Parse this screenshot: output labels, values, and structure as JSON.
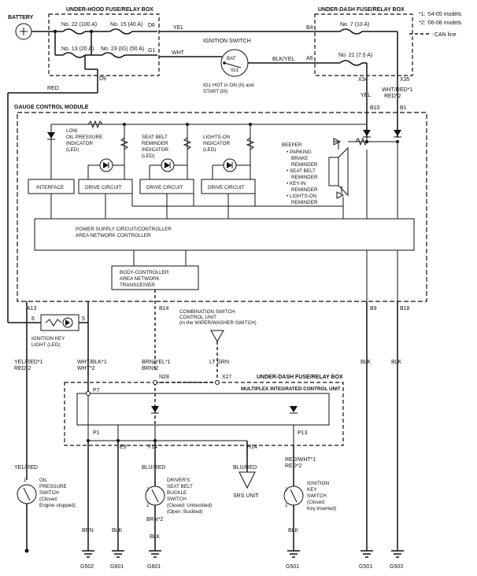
{
  "legend": {
    "note1": "*1: '04-05 models",
    "note2": "*2: '06-08 models",
    "can_line": ": CAN line"
  },
  "battery": "BATTERY",
  "underhood": {
    "title": "UNDER-HOOD FUSE/RELAY BOX",
    "fuse22": "No. 22 (100 A)",
    "fuse15": "No. 15 (40 A)",
    "fuse13": "No. 13 (20 A)",
    "fuse23": "No. 23 (IG) (50 A)",
    "d6": "D6",
    "g1": "G1",
    "d9": "D9"
  },
  "underdash_top": {
    "title": "UNDER-DASH FUSE/RELAY BOX",
    "fuse7": "No. 7 (10 A)",
    "fuse21": "No. 21 (7.5 A)",
    "b4": "B4",
    "a6": "A6",
    "x34": "X34",
    "x35": "X35"
  },
  "ignition": {
    "title": "IGNITION SWITCH",
    "bat": "BAT",
    "ig1": "IG1",
    "note1": "IG1 HOT in ON (II) and",
    "note2": "START (III)"
  },
  "wires": {
    "yel": "YEL",
    "wht": "WHT",
    "blk_yel": "BLK/YEL",
    "red": "RED",
    "yel2": "YEL",
    "wht_red1": "WHT/RED*1",
    "red2": "RED*2",
    "yel_red1": "YEL/RED*1",
    "red2b": "RED*2",
    "wht_blk1": "WHT/BLK*1",
    "wht2": "WHT*2",
    "brn_yel1": "BRN/YEL*1",
    "brn2": "BRN*2",
    "lt_grn": "LT GRN",
    "blk_b9": "BLK",
    "blk_b18": "BLK",
    "yel_red": "YEL/RED",
    "brn": "BRN",
    "blk_e9": "BLK",
    "blu_red": "BLU/RED",
    "blu_red2": "BLU/RED",
    "red_wht1": "RED/WHT*1",
    "red2c": "RED*2",
    "brn2b": "BRN*2",
    "blk_belt": "BLK",
    "blk_key": "BLK"
  },
  "gcm": {
    "title": "GAUGE CONTROL MODULE",
    "b10": "B10",
    "b1": "B1",
    "oil_ind": [
      "LOW",
      "OIL PRESSURE",
      "INDICATOR",
      "(LED)"
    ],
    "belt_ind": [
      "SEAT BELT",
      "REMINDER",
      "INDICATOR",
      "(LED)"
    ],
    "lights_ind": [
      "LIGHTS-ON",
      "INDICATOR",
      "(LED)"
    ],
    "beeper": [
      "BEEPER",
      "• PARKING",
      "BRAKE",
      "REMINDER",
      "• SEAT BELT",
      "REMINDER",
      "• KEY-IN",
      "REMINDER",
      "• LIGHTS-ON",
      "REMINDER"
    ],
    "interface": "INTERFACE",
    "drive1": "DRIVE CIRCUIT",
    "drive2": "DRIVE CIRCUIT",
    "drive3": "DRIVE CIRCUIT",
    "power1": "POWER SUPPLY CIRCUIT/CONTROLLER",
    "power2": "AREA NETWORK CONTROLLER",
    "body1": "BODY-CONTROLLER",
    "body2": "AREA NETWORK",
    "body3": "TRANSCEIVER",
    "a13": "A13",
    "b14": "B14",
    "b9": "B9",
    "b18": "B18"
  },
  "key_light": {
    "pin6": "6",
    "pin5": "5",
    "label1": "IGNITION KEY",
    "label2": "LIGHT (LED)"
  },
  "combo_switch": [
    "COMBINATION SWITCH",
    "CONTROL UNIT",
    "(in the WIPER/WASHER SWITCH)"
  ],
  "underdash_bottom": {
    "title": "UNDER-DASH FUSE/RELAY BOX",
    "micu": "MULTIPLEX INTEGRATED CONTROL UNIT",
    "n28": "N28",
    "x27": "X27",
    "p7": "P7",
    "p1": "P1",
    "e9": "E9",
    "f14": "F14",
    "h14": "H14",
    "p13": "P13"
  },
  "oil_switch": {
    "pin": "1",
    "label": [
      "OIL",
      "PRESSURE",
      "SWITCH",
      "(Closed:",
      "Engine stopped)"
    ]
  },
  "belt_switch": {
    "pin2": "2",
    "pin1": "1",
    "label": [
      "DRIVER'S",
      "SEAT BELT",
      "BUCKLE",
      "SWITCH",
      "(Closed: Unbuckled)",
      "(Open: Buckled)"
    ]
  },
  "srs": "SRS UNIT",
  "key_switch": {
    "pin2": "2",
    "pin1": "1",
    "label": [
      "IGNITION",
      "KEY",
      "SWITCH",
      "(Closed:",
      "Key inserted)"
    ]
  },
  "grounds": [
    "G502",
    "G601",
    "G601",
    "G501",
    "G501",
    "G503"
  ]
}
